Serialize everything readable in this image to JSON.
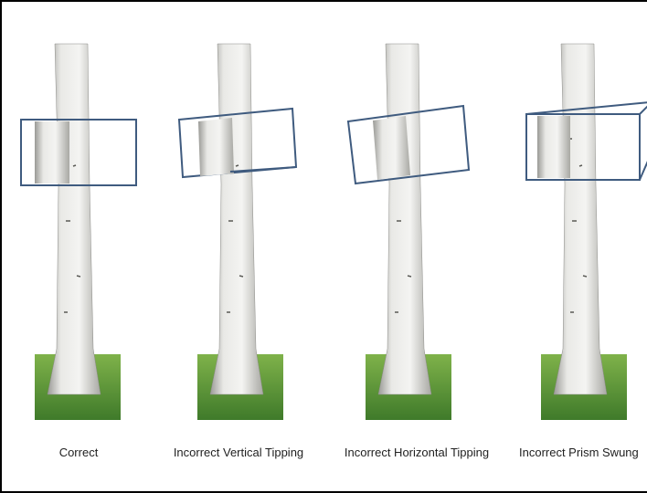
{
  "panels": [
    {
      "label": "Correct",
      "box": "flat-rectangle"
    },
    {
      "label": "Incorrect  Vertical Tipping",
      "box": "tilted-vertical"
    },
    {
      "label": "Incorrect  Horizontal Tipping",
      "box": "rotated-horizontal"
    },
    {
      "label": "Incorrect  Prism Swung",
      "box": "prism-swung"
    }
  ],
  "colors": {
    "box_stroke": "#3f5b7f",
    "bark": "#dcdcdc",
    "bark_dark": "#8a8a86",
    "grass": "#5f9a34",
    "grass_dark": "#2f5f22"
  }
}
